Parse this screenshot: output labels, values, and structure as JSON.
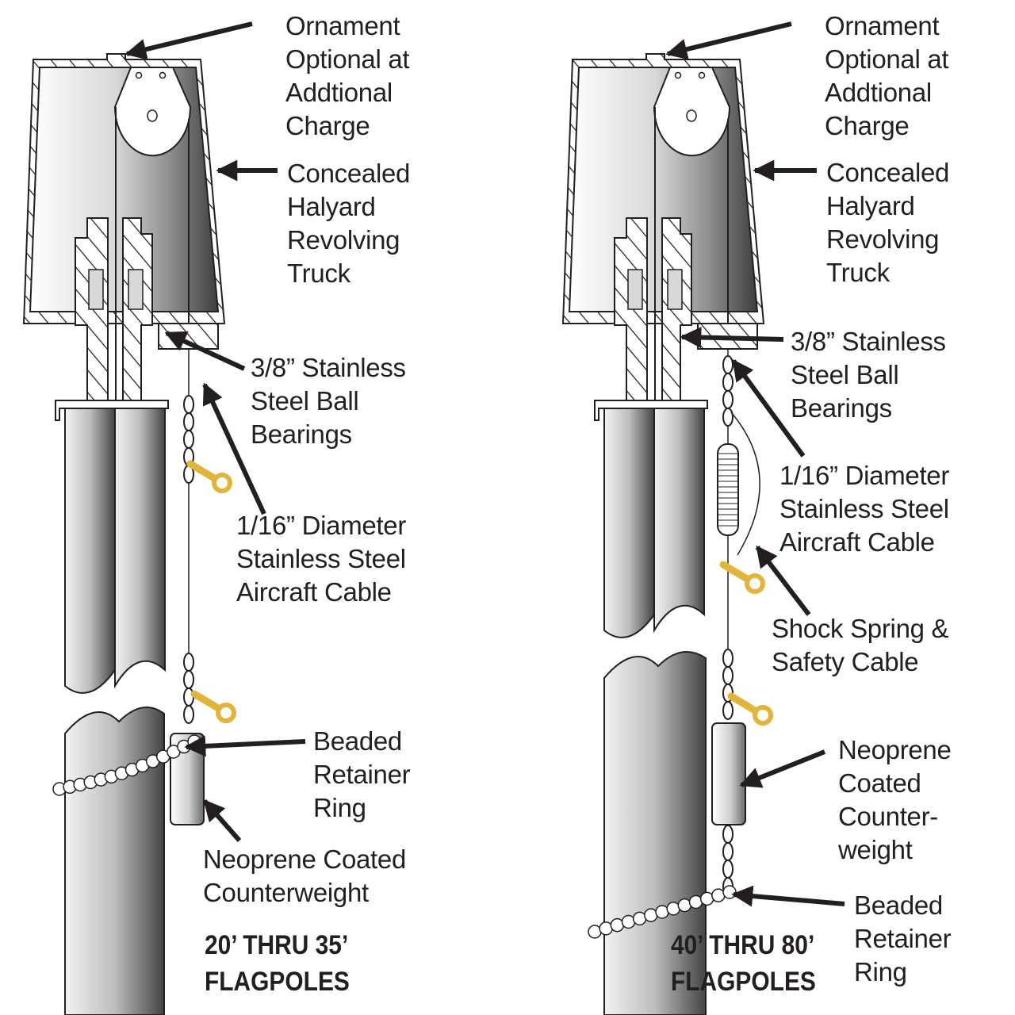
{
  "diagram": {
    "colors": {
      "ink": "#231f20",
      "snap_hook": "#e3b43c",
      "metal_light": "#f4f4f4",
      "metal_dark": "#3a3a3a",
      "background": "#ffffff"
    },
    "panels": [
      {
        "id": "left",
        "title_line1": "20’ THRU 35’",
        "title_line2": "FLAGPOLES",
        "labels": {
          "ornament": "Ornament\nOptional at\nAddtional\nCharge",
          "truck": "Concealed\nHalyard\nRevolving\nTruck",
          "bearings": "3/8” Stainless\nSteel Ball\nBearings",
          "cable": "1/16” Diameter\nStainless Steel\nAircraft Cable",
          "retainer": "Beaded\nRetainer\nRing",
          "counterweight": "Neoprene Coated\nCounterweight"
        }
      },
      {
        "id": "right",
        "title_line1": "40’ THRU 80’",
        "title_line2": "FLAGPOLES",
        "labels": {
          "ornament": "Ornament\nOptional at\nAddtional\nCharge",
          "truck": "Concealed\nHalyard\nRevolving\nTruck",
          "bearings": "3/8” Stainless\nSteel Ball\nBearings",
          "cable": "1/16” Diameter\nStainless Steel\nAircraft Cable",
          "shock": "Shock Spring &\nSafety Cable",
          "counterweight": "Neoprene\nCoated\nCounter-\nweight",
          "retainer": "Beaded\nRetainer\nRing"
        }
      }
    ]
  }
}
